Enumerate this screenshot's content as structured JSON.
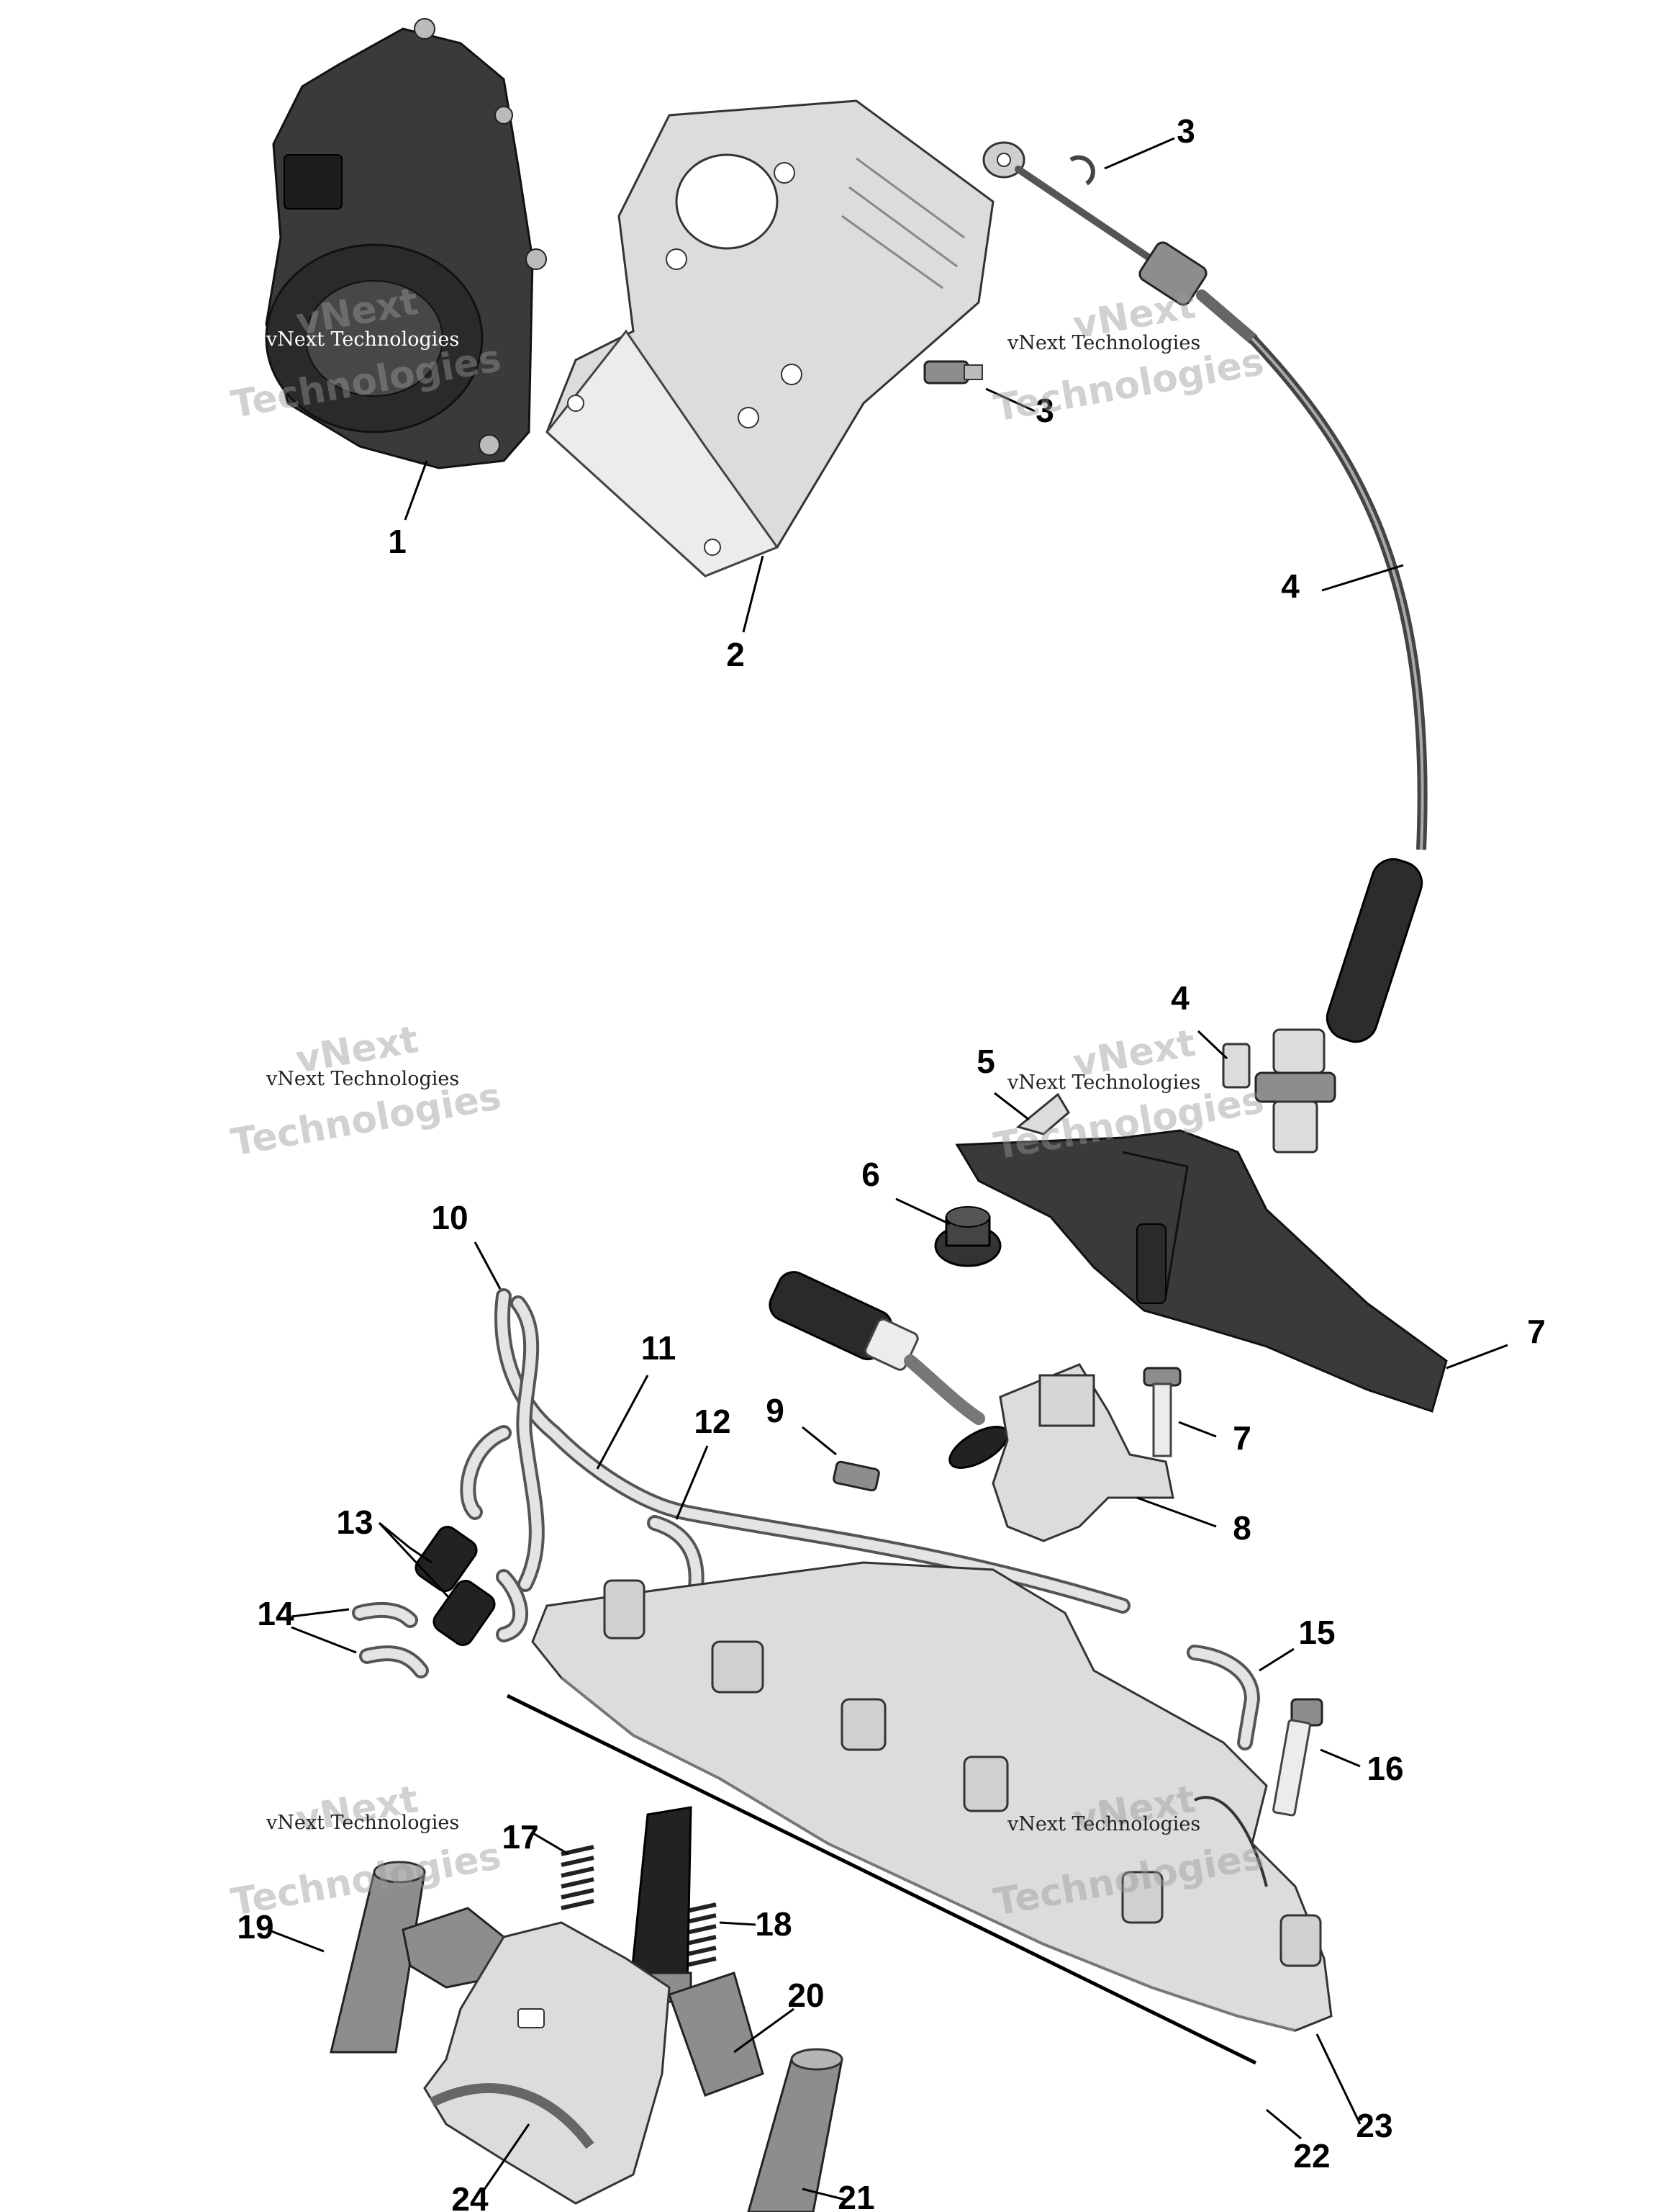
{
  "watermark": {
    "brand_line1": "vNext",
    "brand_line2": "Technologies",
    "caption": "vNext Technologies"
  },
  "callouts": [
    "1",
    "2",
    "3",
    "3",
    "4",
    "4",
    "5",
    "6",
    "7",
    "7",
    "8",
    "9",
    "10",
    "11",
    "12",
    "13",
    "14",
    "15",
    "16",
    "17",
    "18",
    "19",
    "20",
    "21",
    "22",
    "23",
    "24"
  ]
}
